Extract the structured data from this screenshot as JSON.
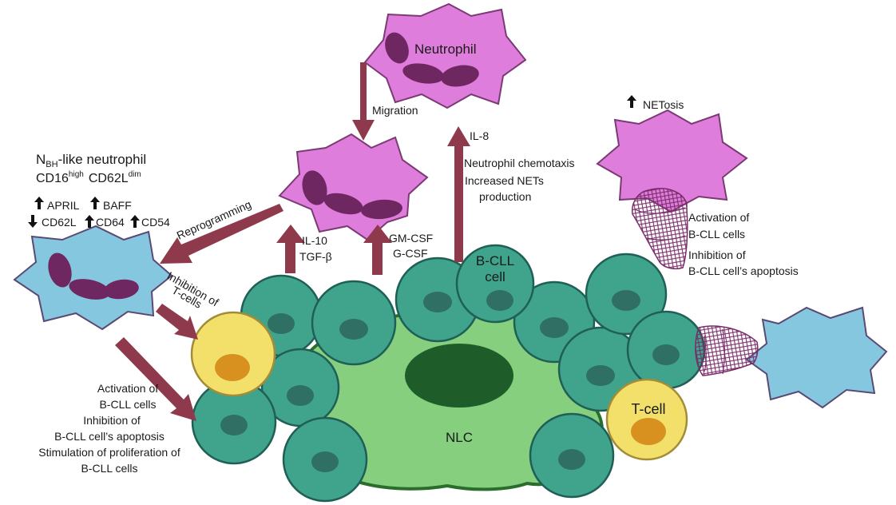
{
  "colors": {
    "neutrophil_pink": "#de7ddb",
    "neutrophil_outline": "#7b3a73",
    "nucleus_purple": "#6e2761",
    "nbh_blue": "#86c7e0",
    "bcll_teal": "#3fa48b",
    "bcll_outline": "#1f5f55",
    "bcll_nucleus": "#2f6f64",
    "nlc_green": "#85cf7f",
    "nlc_outline": "#2b6e2b",
    "nlc_nucleus": "#1e5d2a",
    "tcell_yellow": "#f2e06b",
    "tcell_outline": "#a38c37",
    "tcell_nucleus": "#d8901e",
    "arrow_red": "#8f3a4c",
    "net_purple": "#7a2b69"
  },
  "icons": {
    "up_arrow": "up-arrow-icon",
    "down_arrow": "down-arrow-icon"
  },
  "labels": {
    "neutrophil": "Neutrophil",
    "migration": "Migration",
    "nbh_base": "N",
    "nbh_sub": "BH",
    "nbh_rest": "-like neutrophil",
    "cd16": "CD16",
    "cd16_sup": "high",
    "cd62l": "CD62L",
    "cd62l_sup": "dim",
    "april": "APRIL",
    "baff": "BAFF",
    "cd62l_marker": "CD62L",
    "cd64": "CD64",
    "cd54": "CD54",
    "reprogramming": "Reprogramming",
    "il10": "IL-10",
    "tgfb": "TGF-β",
    "gmcsf": "GM-CSF",
    "gcsf": "G-CSF",
    "il8": "IL-8",
    "chemotaxis": "Neutrophil chemotaxis",
    "increased_nets": "Increased NETs",
    "production": "production",
    "netosis": "NETosis",
    "activation_right_1": "Activation of",
    "activation_right_2": "B-CLL cells",
    "inhibition_right_1": "Inhibition of",
    "inhibition_right_2": "B-CLL cell’s apoptosis",
    "inhibition_t_1": "Inhibition of",
    "inhibition_t_2": "T-cells",
    "left_1": "Activation of",
    "left_2": "B-CLL cells",
    "left_3": "Inhibition of",
    "left_4": "B-CLL cell’s apoptosis",
    "left_5": "Stimulation of proliferation of",
    "left_6": "B-CLL cells",
    "bcll_cell_1": "B-CLL",
    "bcll_cell_2": "cell",
    "nlc": "NLC",
    "tcell": "T-cell"
  }
}
